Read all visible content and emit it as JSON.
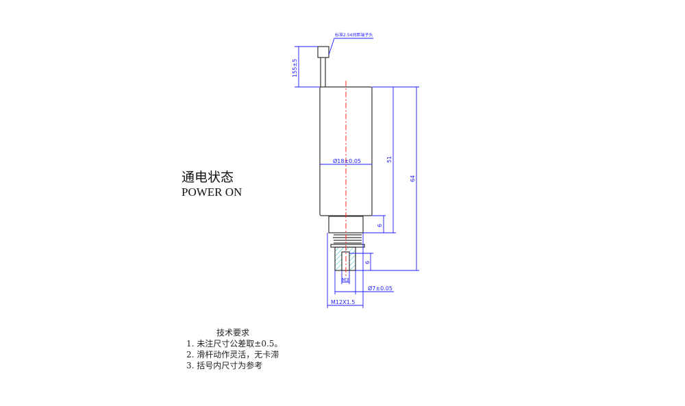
{
  "state_cn": "通电状态",
  "state_en": "POWER ON",
  "drawing": {
    "connector_note": "标准2.54间距端子头",
    "dim_wire": "155±5",
    "dim_diameter": "Ø18±0.05",
    "dim_51": "51",
    "dim_64": "64",
    "dim_6_neck": "6",
    "dim_6_rod": "6",
    "dim_m3": "M3",
    "dim_rod_dia": "Ø7±0.05",
    "dim_thread": "M12X1.5"
  },
  "requirements": {
    "title": "技术要求",
    "items": [
      "1. 未注尺寸公差取±0.5。",
      "2. 滑杆动作灵活，无卡滞",
      "3. 括号内尺寸为参考"
    ]
  },
  "colors": {
    "outline": "#333333",
    "dimension": "#1a1aff",
    "centerline": "#ff2020",
    "hatch": "#40c0d0"
  }
}
